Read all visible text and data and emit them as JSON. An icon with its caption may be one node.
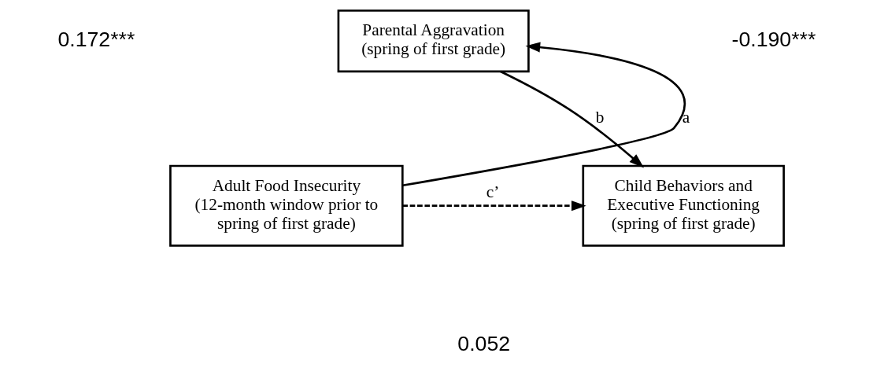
{
  "diagram": {
    "nodes": [
      {
        "text": [
          "Parental Aggravation",
          "(spring of first grade)"
        ]
      },
      {
        "text": [
          "Adult Food Insecurity",
          "(12-month window prior to spring of first grade)"
        ]
      },
      {
        "text": [
          "Child Behaviors and Executive Functioning",
          "(spring of first grade)"
        ]
      }
    ],
    "edges": [
      {
        "from": 1,
        "to": 0,
        "arrow": "to",
        "label": "a"
      },
      {
        "from": 0,
        "to": 2,
        "arrow": "to",
        "label": "b"
      },
      {
        "from": 1,
        "to": 2,
        "arrow": "to",
        "label": "c’",
        "style": "dashed"
      }
    ],
    "labels": [
      "0.172***",
      "-0.190***",
      "0.052"
    ]
  }
}
